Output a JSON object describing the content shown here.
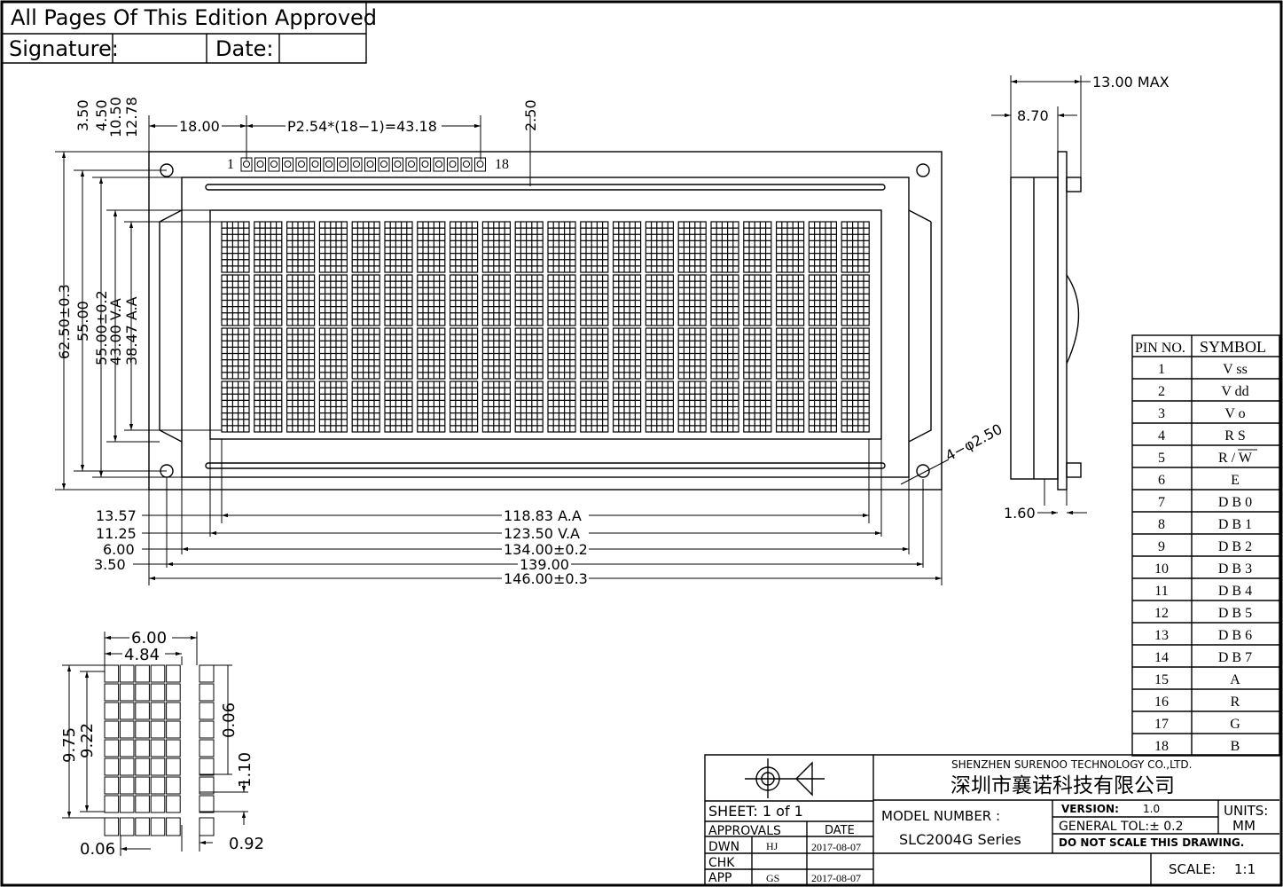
{
  "header": {
    "approval_note": "All Pages Of This Edition Approved",
    "signature_label": "Signature:",
    "date_label": "Date:"
  },
  "dimensions": {
    "top": {
      "d1": "18.00",
      "pitch": "P2.54*(18−1)=43.18",
      "d2": "2.50",
      "pin_first": "1",
      "pin_last": "18"
    },
    "left": {
      "d1": "3.50",
      "d2": "4.50",
      "d3": "10.50",
      "d4": "12.78",
      "h1": "62.50±0.3",
      "h2": "55.00",
      "h3": "55.00±0.2",
      "h4": "43.00  V.A",
      "h5": "38.47  A.A"
    },
    "bottom": {
      "aa": "118.83  A.A",
      "va": "123.50  V.A",
      "w134": "134.00±0.2",
      "w139": "139.00",
      "w146": "146.00±0.3",
      "o1": "13.57",
      "o2": "11.25",
      "o3": "6.00",
      "o4": "3.50"
    },
    "hole": "4−φ2.50",
    "side": {
      "max": "13.00  MAX",
      "d870": "8.70",
      "d160": "1.60"
    },
    "char": {
      "w600": "6.00",
      "w484": "4.84",
      "h975": "9.75",
      "h922": "9.22",
      "g006a": "0.06",
      "h110": "1.10",
      "g006b": "0.06",
      "w092": "0.92"
    }
  },
  "pin_table": {
    "headers": [
      "PIN NO.",
      "SYMBOL"
    ],
    "rows": [
      [
        "1",
        "V ss"
      ],
      [
        "2",
        "V dd"
      ],
      [
        "3",
        "V o"
      ],
      [
        "4",
        "R S"
      ],
      [
        "5",
        "R / W"
      ],
      [
        "6",
        "E"
      ],
      [
        "7",
        "D B 0"
      ],
      [
        "8",
        "D B 1"
      ],
      [
        "9",
        "D B 2"
      ],
      [
        "10",
        "D B 3"
      ],
      [
        "11",
        "D B 4"
      ],
      [
        "12",
        "D B 5"
      ],
      [
        "13",
        "D B 6"
      ],
      [
        "14",
        "D B 7"
      ],
      [
        "15",
        "A"
      ],
      [
        "16",
        "R"
      ],
      [
        "17",
        "G"
      ],
      [
        "18",
        "B"
      ]
    ]
  },
  "title_block": {
    "company_en": "SHENZHEN SURENOO TECHNOLOGY CO.,LTD.",
    "company_cn": "深圳市襄诺科技有限公司",
    "sheet": "SHEET:  1  of  1",
    "approvals": "APPROVALS",
    "date": "DATE",
    "rows": [
      [
        "DWN",
        "HJ",
        "2017-08-07"
      ],
      [
        "CHK",
        "",
        ""
      ],
      [
        "APP",
        "GS",
        "2017-08-07"
      ]
    ],
    "model_label": "MODEL  NUMBER  :",
    "model": "SLC2004G Series",
    "version_label": "VERSION:",
    "version": "1.0",
    "tolerance": "GENERAL  TOL:±  0.2",
    "units_label": "UNITS:",
    "units": "MM",
    "note": "DO  NOT  SCALE  THIS  DRAWING.",
    "scale_label": "SCALE:",
    "scale": "1:1"
  }
}
